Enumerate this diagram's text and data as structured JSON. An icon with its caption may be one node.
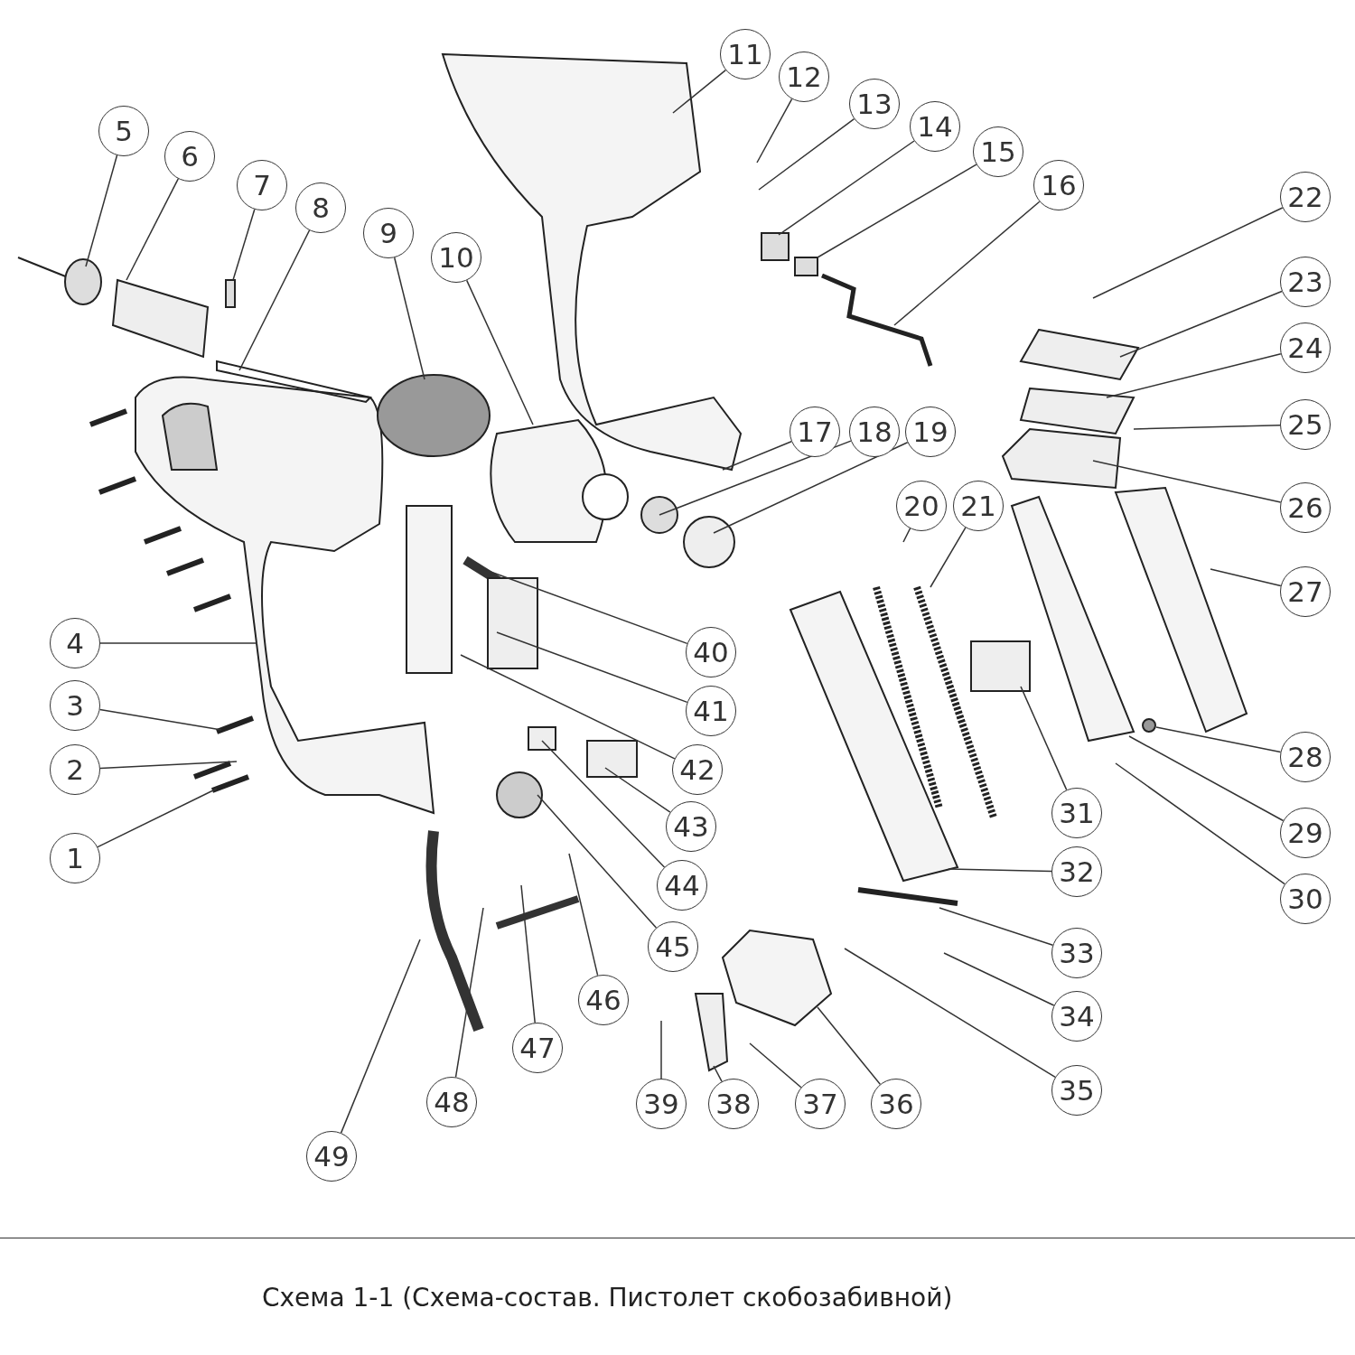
{
  "diagram": {
    "caption": "Схема 1-1 (Схема-состав. Пистолет скобозабивной)",
    "nodes": [
      {
        "text": [
          "1"
        ]
      },
      {
        "text": [
          "2"
        ]
      },
      {
        "text": [
          "3"
        ]
      },
      {
        "text": [
          "4"
        ]
      },
      {
        "text": [
          "5"
        ]
      },
      {
        "text": [
          "6"
        ]
      },
      {
        "text": [
          "7"
        ]
      },
      {
        "text": [
          "8"
        ]
      },
      {
        "text": [
          "9"
        ]
      },
      {
        "text": [
          "10"
        ]
      },
      {
        "text": [
          "11"
        ]
      },
      {
        "text": [
          "12"
        ]
      },
      {
        "text": [
          "13"
        ]
      },
      {
        "text": [
          "14"
        ]
      },
      {
        "text": [
          "15"
        ]
      },
      {
        "text": [
          "16"
        ]
      },
      {
        "text": [
          "17"
        ]
      },
      {
        "text": [
          "18"
        ]
      },
      {
        "text": [
          "19"
        ]
      },
      {
        "text": [
          "20"
        ]
      },
      {
        "text": [
          "21"
        ]
      },
      {
        "text": [
          "22"
        ]
      },
      {
        "text": [
          "23"
        ]
      },
      {
        "text": [
          "24"
        ]
      },
      {
        "text": [
          "25"
        ]
      },
      {
        "text": [
          "26"
        ]
      },
      {
        "text": [
          "27"
        ]
      },
      {
        "text": [
          "28"
        ]
      },
      {
        "text": [
          "29"
        ]
      },
      {
        "text": [
          "30"
        ]
      },
      {
        "text": [
          "31"
        ]
      },
      {
        "text": [
          "32"
        ]
      },
      {
        "text": [
          "33"
        ]
      },
      {
        "text": [
          "34"
        ]
      },
      {
        "text": [
          "35"
        ]
      },
      {
        "text": [
          "36"
        ]
      },
      {
        "text": [
          "37"
        ]
      },
      {
        "text": [
          "38"
        ]
      },
      {
        "text": [
          "39"
        ]
      },
      {
        "text": [
          "40"
        ]
      },
      {
        "text": [
          "41"
        ]
      },
      {
        "text": [
          "42"
        ]
      },
      {
        "text": [
          "43"
        ]
      },
      {
        "text": [
          "44"
        ]
      },
      {
        "text": [
          "45"
        ]
      },
      {
        "text": [
          "46"
        ]
      },
      {
        "text": [
          "47"
        ]
      },
      {
        "text": [
          "48"
        ]
      },
      {
        "text": [
          "49"
        ]
      }
    ],
    "edges": [
      {
        "from": 0,
        "to": null,
        "arrow": "none"
      },
      {
        "from": 1,
        "to": null,
        "arrow": "none"
      },
      {
        "from": 2,
        "to": null,
        "arrow": "none"
      },
      {
        "from": 3,
        "to": null,
        "arrow": "none"
      },
      {
        "from": 4,
        "to": null,
        "arrow": "none"
      },
      {
        "from": 5,
        "to": null,
        "arrow": "none"
      },
      {
        "from": 6,
        "to": null,
        "arrow": "none"
      },
      {
        "from": 7,
        "to": null,
        "arrow": "none"
      },
      {
        "from": 8,
        "to": null,
        "arrow": "none"
      },
      {
        "from": 9,
        "to": null,
        "arrow": "none"
      },
      {
        "from": 10,
        "to": null,
        "arrow": "none"
      },
      {
        "from": 11,
        "to": null,
        "arrow": "none"
      },
      {
        "from": 12,
        "to": null,
        "arrow": "none"
      },
      {
        "from": 13,
        "to": null,
        "arrow": "none"
      },
      {
        "from": 14,
        "to": null,
        "arrow": "none"
      },
      {
        "from": 15,
        "to": null,
        "arrow": "none"
      },
      {
        "from": 16,
        "to": null,
        "arrow": "none"
      },
      {
        "from": 17,
        "to": null,
        "arrow": "none"
      },
      {
        "from": 18,
        "to": null,
        "arrow": "none"
      },
      {
        "from": 19,
        "to": null,
        "arrow": "none"
      },
      {
        "from": 20,
        "to": null,
        "arrow": "none"
      },
      {
        "from": 21,
        "to": null,
        "arrow": "none"
      },
      {
        "from": 22,
        "to": null,
        "arrow": "none"
      },
      {
        "from": 23,
        "to": null,
        "arrow": "none"
      },
      {
        "from": 24,
        "to": null,
        "arrow": "none"
      },
      {
        "from": 25,
        "to": null,
        "arrow": "none"
      },
      {
        "from": 26,
        "to": null,
        "arrow": "none"
      },
      {
        "from": 27,
        "to": null,
        "arrow": "none"
      },
      {
        "from": 28,
        "to": null,
        "arrow": "none"
      },
      {
        "from": 29,
        "to": null,
        "arrow": "none"
      },
      {
        "from": 30,
        "to": null,
        "arrow": "none"
      },
      {
        "from": 31,
        "to": null,
        "arrow": "none"
      },
      {
        "from": 32,
        "to": null,
        "arrow": "none"
      },
      {
        "from": 33,
        "to": null,
        "arrow": "none"
      },
      {
        "from": 34,
        "to": null,
        "arrow": "none"
      },
      {
        "from": 35,
        "to": null,
        "arrow": "none"
      },
      {
        "from": 36,
        "to": null,
        "arrow": "none"
      },
      {
        "from": 37,
        "to": null,
        "arrow": "none"
      },
      {
        "from": 38,
        "to": null,
        "arrow": "none"
      },
      {
        "from": 39,
        "to": null,
        "arrow": "none"
      },
      {
        "from": 40,
        "to": null,
        "arrow": "none"
      },
      {
        "from": 41,
        "to": null,
        "arrow": "none"
      },
      {
        "from": 42,
        "to": null,
        "arrow": "none"
      },
      {
        "from": 43,
        "to": null,
        "arrow": "none"
      },
      {
        "from": 44,
        "to": null,
        "arrow": "none"
      },
      {
        "from": 45,
        "to": null,
        "arrow": "none"
      },
      {
        "from": 46,
        "to": null,
        "arrow": "none"
      },
      {
        "from": 47,
        "to": null,
        "arrow": "none"
      },
      {
        "from": 48,
        "to": null,
        "arrow": "none"
      }
    ]
  }
}
